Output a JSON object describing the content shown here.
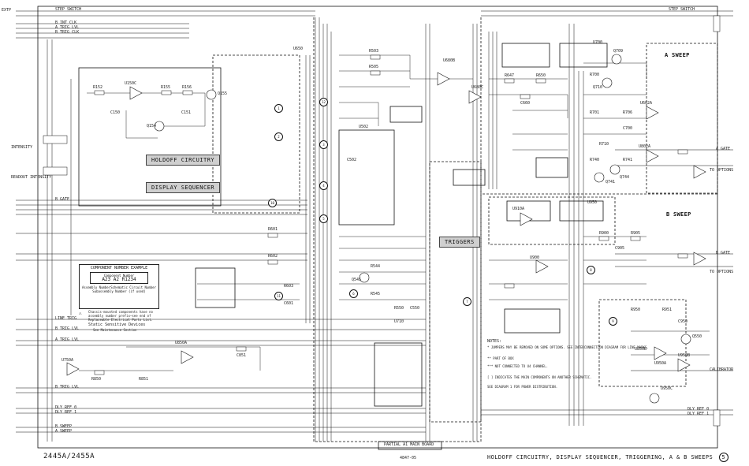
{
  "diagram": {
    "main_title": "HOLDOFF CIRCUITRY, DISPLAY SEQUENCER, TRIGGERING, A & B SWEEPS",
    "sheet_number": "5",
    "model": "2445A/2455A",
    "code": "4847-05",
    "partial_board": "PARTIAL A1 MAIN BOARD",
    "blocks": {
      "holdoff": "HOLDOFF CIRCUITRY",
      "display_sequencer": "DISPLAY SEQUENCER",
      "triggers": "TRIGGERS",
      "a_sweep": "A SWEEP",
      "b_sweep": "B SWEEP"
    },
    "component_example": {
      "heading": "COMPONENT NUMBER EXAMPLE",
      "sub": "Component Number",
      "code": "A23 A2 R1234",
      "left_note": "Assembly Number",
      "mid_note": "Subassembly Number (if used)",
      "right_note": "Schematic Circuit Number",
      "footnote1": "Chassis-mounted components have no",
      "footnote2": "assembly number prefix—see end of",
      "footnote3": "Replaceable Electrical Parts List."
    },
    "static_note": {
      "line1": "Static Sensitive Devices",
      "line2": "See Maintenance Section"
    },
    "left_labels": [
      "EXTP",
      "STEP SWITCH",
      "B INT CLK",
      "A TRIG LVL",
      "B TRIG CLK",
      "INTENSITY",
      "READOUT INTENSITY",
      "LINE TRIG",
      "B TRIG LVL",
      "A TRIG LVL",
      "B TRIG LVL",
      "DLY REF 0",
      "DLY REF 1",
      "B SWEEP",
      "A SWEEP",
      "B GATE"
    ],
    "right_labels": [
      "STEP SWITCH",
      "A GATE",
      "B GATE",
      "CALIBRATOR",
      "DLY REF 0",
      "DLY REF 1",
      "TO OPTIONS",
      "TO OPTIONS"
    ],
    "ic_labels": [
      "U150C",
      "U650",
      "U680B",
      "U680C",
      "U502",
      "U700",
      "U950",
      "U850A",
      "U750A",
      "U910A",
      "U900",
      "U710",
      "U602A",
      "U802A",
      "U850B",
      "U950A",
      "U950B",
      "U950C",
      "Q155",
      "Q154",
      "Q545",
      "Q709",
      "Q710",
      "Q550",
      "Q741",
      "Q744"
    ],
    "part_labels": [
      "R152",
      "R155",
      "R156",
      "C150",
      "C151",
      "R503",
      "R505",
      "C502",
      "R647",
      "R650",
      "C660",
      "R700",
      "R701",
      "R706",
      "C700",
      "R710",
      "R740",
      "R741",
      "R900",
      "R905",
      "C905",
      "R950",
      "R951",
      "C950",
      "R850",
      "R851",
      "C851",
      "R544",
      "R545",
      "R550",
      "C550",
      "R601",
      "R602",
      "R603",
      "C601"
    ],
    "notes": [
      "NOTES:",
      "* JUMPERS MAY BE REMOVED ON SOME OPTIONS. SEE INTERCONNECTION DIAGRAM FOR LINE MARKS.",
      "** PART OF BOX",
      "*** NOT CONNECTED TO U4 CHANNEL.",
      "[ ] INDICATES THE MAIN COMPONENTS ON ANOTHER SCHEMATIC.",
      "SEE DIAGRAM 1 FOR POWER DISTRIBUTION."
    ],
    "circle_refs": [
      "1",
      "2",
      "3",
      "4",
      "5",
      "6",
      "7",
      "8",
      "9",
      "10",
      "11",
      "12"
    ]
  }
}
